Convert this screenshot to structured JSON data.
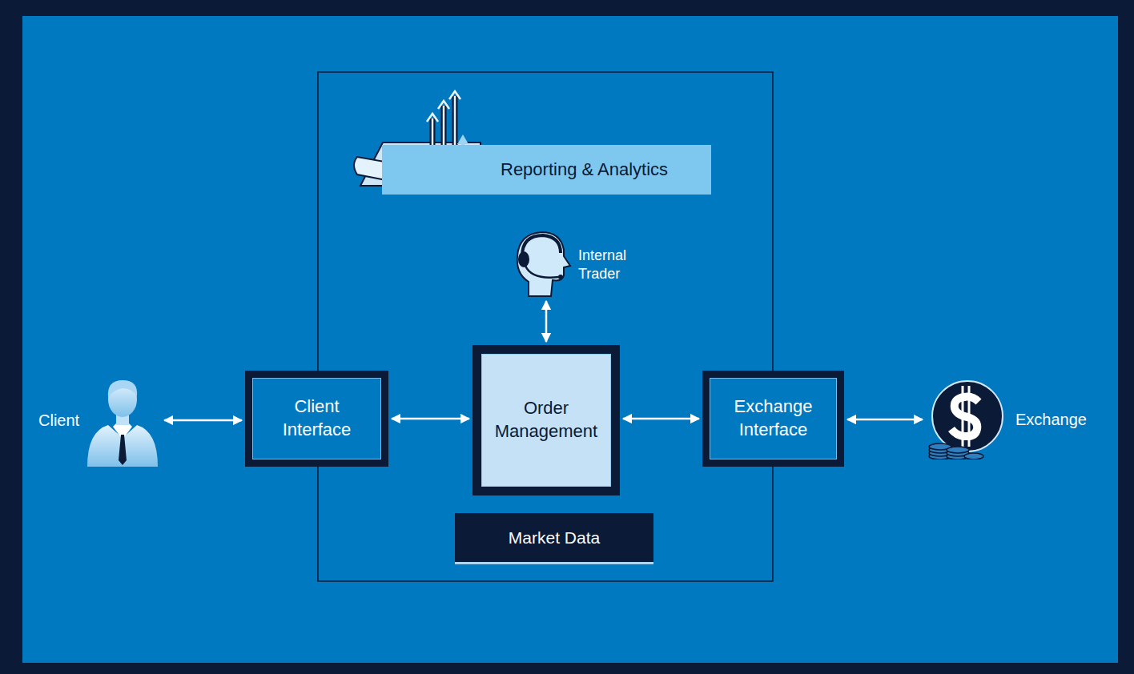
{
  "diagram": {
    "nodes": [
      {
        "text": [
          "Reporting & Analytics"
        ]
      },
      {
        "text": [
          "Internal Trader"
        ]
      },
      {
        "text": [
          "Client"
        ]
      },
      {
        "text": [
          "Client Interface"
        ]
      },
      {
        "text": [
          "Order Management"
        ]
      },
      {
        "text": [
          "Exchange Interface"
        ]
      },
      {
        "text": [
          "Exchange"
        ]
      },
      {
        "text": [
          "Market Data"
        ]
      }
    ],
    "edges": [
      {
        "from": 2,
        "to": 3,
        "arrow": "both"
      },
      {
        "from": 3,
        "to": 4,
        "arrow": "both"
      },
      {
        "from": 4,
        "to": 5,
        "arrow": "both"
      },
      {
        "from": 5,
        "to": 6,
        "arrow": "both"
      },
      {
        "from": 1,
        "to": 4,
        "arrow": "both"
      }
    ]
  }
}
